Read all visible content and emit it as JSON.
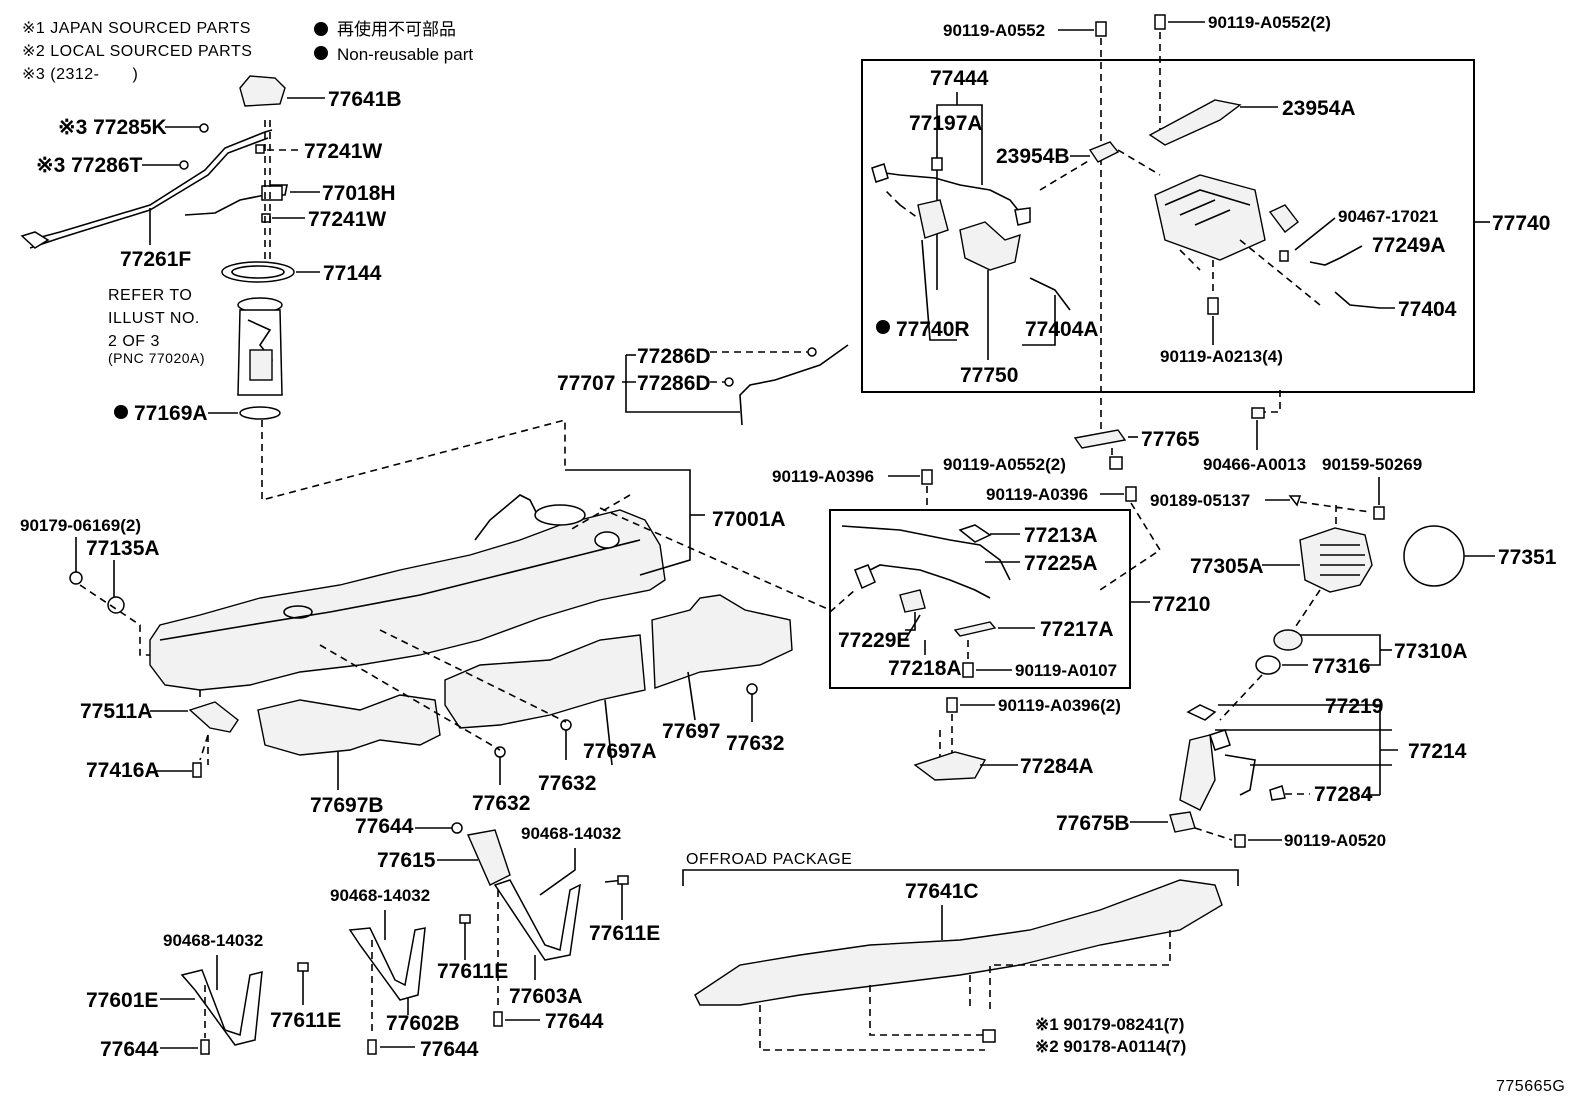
{
  "legend": {
    "line1": "※1 JAPAN SOURCED PARTS",
    "line2": "※2 LOCAL SOURCED PARTS",
    "line3": "※3 (2312-　　)",
    "jp_nonreusable": "再使用不可部品",
    "en_nonreusable": "Non-reusable part"
  },
  "refer_note": {
    "l1": "REFER TO",
    "l2": "ILLUST NO.",
    "l3": "2 OF 3",
    "l4": "(PNC 77020A)"
  },
  "offroad_label": "OFFROAD PACKAGE",
  "illustration_id": "775665G",
  "labels": {
    "p77641B": "77641B",
    "p77285K": "※3 77285K",
    "p77241W_a": "77241W",
    "p77286T": "※3 77286T",
    "p77018H": "77018H",
    "p77241W_b": "77241W",
    "p77261F": "77261F",
    "p77144": "77144",
    "p77169A": "77169A",
    "p77707": "77707",
    "p77286D_a": "77286D",
    "p77286D_b": "77286D",
    "p77001A": "77001A",
    "p90179_06169": "90179-06169(2)",
    "p77135A": "77135A",
    "p77511A": "77511A",
    "p77416A": "77416A",
    "p77697B": "77697B",
    "p77632_a": "77632",
    "p77632_b": "77632",
    "p77697A": "77697A",
    "p77697": "77697",
    "p77632_c": "77632",
    "p77644_a": "77644",
    "p77615": "77615",
    "p90468_a": "90468-14032",
    "p90468_b": "90468-14032",
    "p77611E_a": "77611E",
    "p77611E_b": "77611E",
    "p90468_c": "90468-14032",
    "p77601E": "77601E",
    "p77611E_c": "77611E",
    "p77602B": "77602B",
    "p77603A": "77603A",
    "p77644_b": "77644",
    "p77644_c": "77644",
    "p77644_d": "77644",
    "p90119_A0552_a": "90119-A0552",
    "p90119_A0552_b": "90119-A0552(2)",
    "p77444": "77444",
    "p77197A": "77197A",
    "p23954B": "23954B",
    "p23954A": "23954A",
    "p90467": "90467-17021",
    "p77740": "77740",
    "p77249A": "77249A",
    "p77404": "77404",
    "p77740R": "77740R",
    "p77404A": "77404A",
    "p77750": "77750",
    "p90119_A0213": "90119-A0213(4)",
    "p77765": "77765",
    "p90466": "90466-A0013",
    "p90159": "90159-50269",
    "p90119_A0396_a": "90119-A0396",
    "p90119_A0552_c": "90119-A0552(2)",
    "p90119_A0396_b": "90119-A0396",
    "p90189": "90189-05137",
    "p77213A": "77213A",
    "p77225A": "77225A",
    "p77210": "77210",
    "p77229E": "77229E",
    "p77217A": "77217A",
    "p77218A": "77218A",
    "p90119_A0107": "90119-A0107",
    "p77305A": "77305A",
    "p77351": "77351",
    "p77310A": "77310A",
    "p77316": "77316",
    "p90119_A0396_c": "90119-A0396(2)",
    "p77284A": "77284A",
    "p77219": "77219",
    "p77214": "77214",
    "p77284": "77284",
    "p77675B": "77675B",
    "p90119_A0520": "90119-A0520",
    "p77641C": "77641C",
    "p90179_08241": "※1 90179-08241(7)",
    "p90178_A0114": "※2 90178-A0114(7)"
  }
}
